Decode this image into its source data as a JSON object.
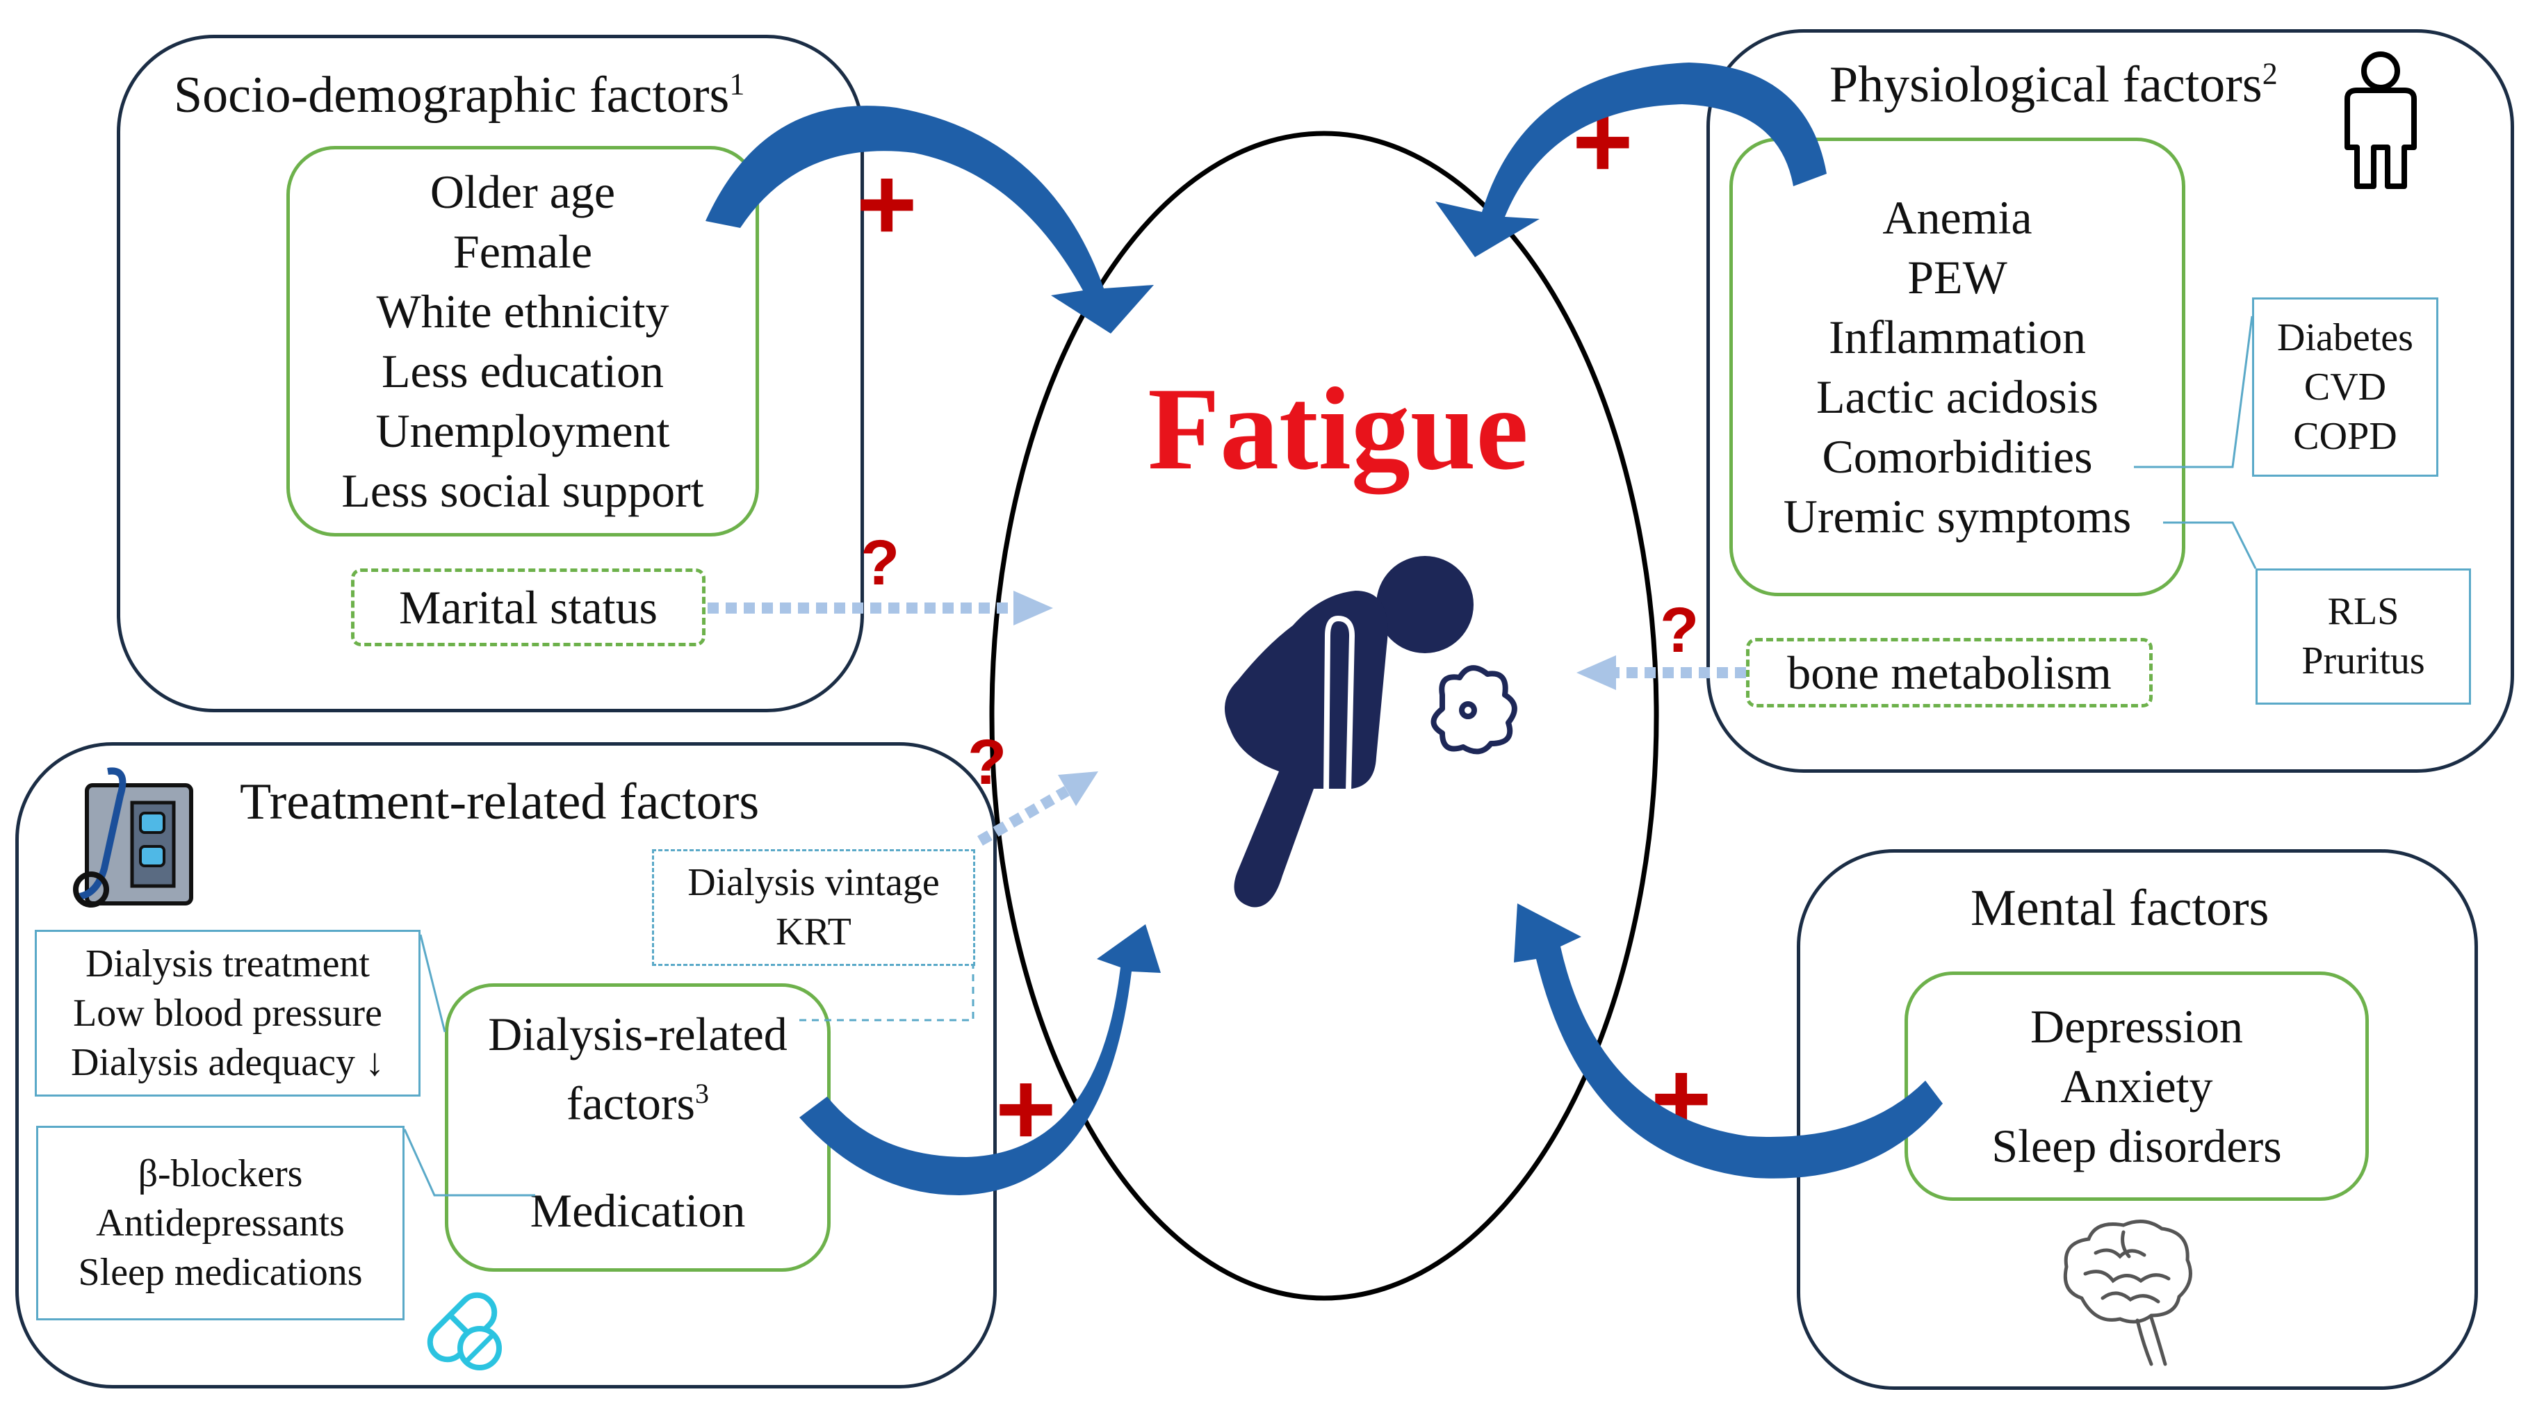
{
  "center": {
    "title": "Fatigue",
    "title_color": "#e8131b",
    "figure_icon": "person-coughing-icon"
  },
  "socio": {
    "title": "Socio-demographic factors",
    "sup": "1",
    "items": [
      "Older age",
      "Female",
      "White ethnicity",
      "Less education",
      "Unemployment",
      "Less social support"
    ],
    "uncertain_item": "Marital status",
    "effect": "+",
    "uncertain_mark": "?"
  },
  "physio": {
    "title": "Physiological factors",
    "sup": "2",
    "icon": "person-icon",
    "items": [
      "Anemia",
      "PEW",
      "Inflammation",
      "Lactic acidosis",
      "Comorbidities",
      "Uremic symptoms"
    ],
    "comorbidities_note": [
      "Diabetes",
      "CVD",
      "COPD"
    ],
    "uremic_note": [
      "RLS",
      "Pruritus"
    ],
    "uncertain_item": "bone metabolism",
    "effect": "+",
    "uncertain_mark": "?"
  },
  "treatment": {
    "title": "Treatment-related factors",
    "icon": "dialysis-machine-icon",
    "inner_line1": "Dialysis-related",
    "inner_line2": "factors",
    "sup": "3",
    "medication": "Medication",
    "dialysis_note": [
      "Dialysis treatment",
      "Low blood pressure",
      "Dialysis adequacy ↓"
    ],
    "medication_note": [
      "β-blockers",
      "Antidepressants",
      "Sleep medications"
    ],
    "uncertain_note": [
      "Dialysis vintage",
      "KRT"
    ],
    "pill_icon": "pill-icon",
    "effect": "+",
    "uncertain_mark": "?"
  },
  "mental": {
    "title": "Mental factors",
    "items": [
      "Depression",
      "Anxiety",
      "Sleep disorders"
    ],
    "icon": "brain-icon",
    "effect": "+"
  },
  "colors": {
    "arrow": "#1f5fa8",
    "dotted_arrow": "#a9c4e6",
    "plus": "#c00000",
    "question": "#c00000",
    "group_border": "#1b2d45",
    "inner_border": "#6db14b",
    "note_border": "#5aa9c8"
  }
}
